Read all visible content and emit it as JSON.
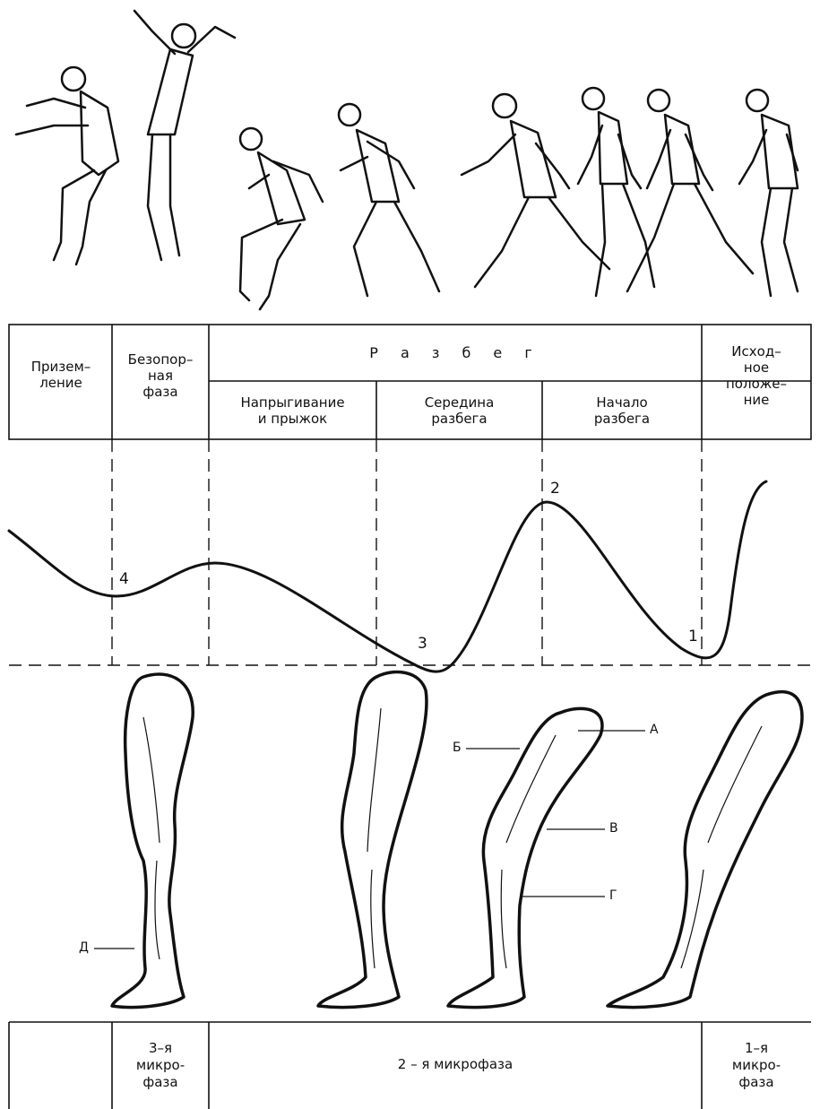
{
  "header": {
    "landing": "Призем–\nление",
    "flight": "Безопор–\nная\nфаза",
    "runup": "Р а з б е г",
    "jump": "Напрыгивание\nи прыжок",
    "middle": "Середина\nразбега",
    "start": "Начало\nразбега",
    "initial": "Исход–\nное\nположе–\nние"
  },
  "curve_points": [
    "1",
    "2",
    "3",
    "4"
  ],
  "muscles": [
    "А",
    "Б",
    "В",
    "Г",
    "Д"
  ],
  "footer": {
    "micro3": "3–я\nмикро-\nфаза",
    "micro2": "2 – я  микрофаза",
    "micro1": "1–я\nмикро-\nфаза"
  }
}
